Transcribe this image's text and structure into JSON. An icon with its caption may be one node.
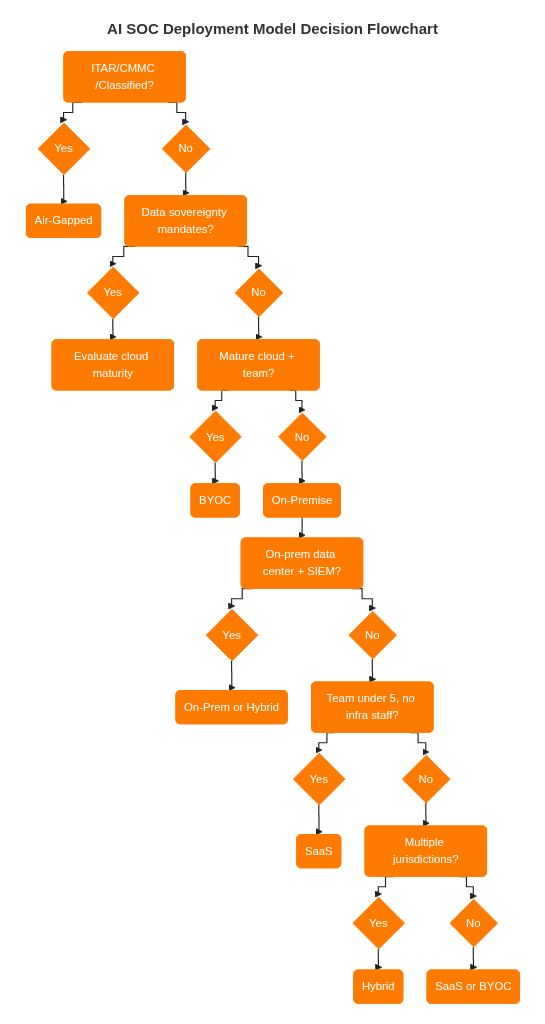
{
  "diagram": {
    "title": "AI SOC Deployment Model Decision Flowchart",
    "nodes": [
      {
        "text": [
          "ITAR/CMMC /Classified?"
        ]
      },
      {
        "text": [
          "Yes"
        ]
      },
      {
        "text": [
          "No"
        ]
      },
      {
        "text": [
          "Air-Gapped"
        ]
      },
      {
        "text": [
          "Data sovereignty mandates?"
        ]
      },
      {
        "text": [
          "Yes"
        ]
      },
      {
        "text": [
          "No"
        ]
      },
      {
        "text": [
          "Evaluate cloud maturity"
        ]
      },
      {
        "text": [
          "Mature cloud + team?"
        ]
      },
      {
        "text": [
          "Yes"
        ]
      },
      {
        "text": [
          "No"
        ]
      },
      {
        "text": [
          "BYOC"
        ]
      },
      {
        "text": [
          "On-Premise"
        ]
      },
      {
        "text": [
          "On-prem data center + SIEM?"
        ]
      },
      {
        "text": [
          "Yes"
        ]
      },
      {
        "text": [
          "No"
        ]
      },
      {
        "text": [
          "On-Prem or Hybrid"
        ]
      },
      {
        "text": [
          "Team under 5, no infra staff?"
        ]
      },
      {
        "text": [
          "Yes"
        ]
      },
      {
        "text": [
          "No"
        ]
      },
      {
        "text": [
          "SaaS"
        ]
      },
      {
        "text": [
          "Multiple jurisdictions?"
        ]
      },
      {
        "text": [
          "Yes"
        ]
      },
      {
        "text": [
          "No"
        ]
      },
      {
        "text": [
          "Hybrid"
        ]
      },
      {
        "text": [
          "SaaS or BYOC"
        ]
      }
    ],
    "edges": [
      {
        "from": 0,
        "to": 1,
        "arrow": "to"
      },
      {
        "from": 0,
        "to": 2,
        "arrow": "to"
      },
      {
        "from": 1,
        "to": 3,
        "arrow": "to"
      },
      {
        "from": 2,
        "to": 4,
        "arrow": "to"
      },
      {
        "from": 4,
        "to": 5,
        "arrow": "to"
      },
      {
        "from": 4,
        "to": 6,
        "arrow": "to"
      },
      {
        "from": 5,
        "to": 7,
        "arrow": "to"
      },
      {
        "from": 6,
        "to": 8,
        "arrow": "to"
      },
      {
        "from": 8,
        "to": 9,
        "arrow": "to"
      },
      {
        "from": 8,
        "to": 10,
        "arrow": "to"
      },
      {
        "from": 9,
        "to": 11,
        "arrow": "to"
      },
      {
        "from": 10,
        "to": 12,
        "arrow": "to"
      },
      {
        "from": 12,
        "to": 13,
        "arrow": "to"
      },
      {
        "from": 13,
        "to": 14,
        "arrow": "to"
      },
      {
        "from": 13,
        "to": 15,
        "arrow": "to"
      },
      {
        "from": 14,
        "to": 16,
        "arrow": "to"
      },
      {
        "from": 15,
        "to": 17,
        "arrow": "to"
      },
      {
        "from": 17,
        "to": 18,
        "arrow": "to"
      },
      {
        "from": 17,
        "to": 19,
        "arrow": "to"
      },
      {
        "from": 18,
        "to": 20,
        "arrow": "to"
      },
      {
        "from": 19,
        "to": 21,
        "arrow": "to"
      },
      {
        "from": 21,
        "to": 22,
        "arrow": "to"
      },
      {
        "from": 21,
        "to": 23,
        "arrow": "to"
      },
      {
        "from": 22,
        "to": 24,
        "arrow": "to"
      },
      {
        "from": 23,
        "to": 25,
        "arrow": "to"
      }
    ]
  }
}
